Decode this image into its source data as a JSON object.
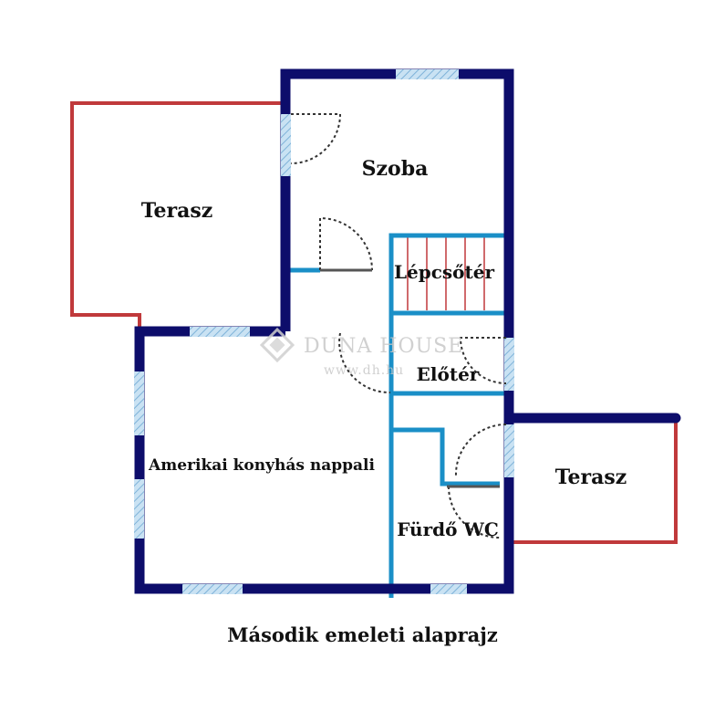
{
  "title": "Második emeleti alaprajz",
  "rooms": {
    "terasz_left": "Terasz",
    "szoba": "Szoba",
    "lepcsoter": "Lépcsőtér",
    "eloter": "Előtér",
    "nappali": "Amerikai konyhás nappali",
    "terasz_right": "Terasz",
    "furdo": "Fürdő WC"
  },
  "watermark": {
    "brand": "DUNA HOUSE",
    "url": "www.dh.hu"
  },
  "colors": {
    "outer_wall": "#0d0d6b",
    "inner_wall": "#1a8fc7",
    "terrace": "#c0393b",
    "window": "#a9cce3",
    "door": "#333333",
    "stairs": "#c0393b"
  }
}
